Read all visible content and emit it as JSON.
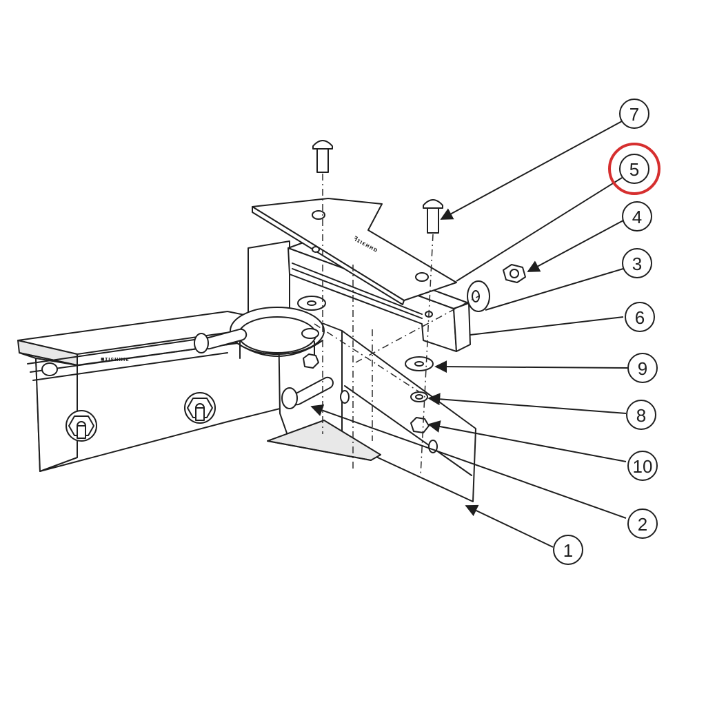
{
  "diagram": {
    "callouts": [
      {
        "id": "7",
        "label": "7"
      },
      {
        "id": "5",
        "label": "5"
      },
      {
        "id": "4",
        "label": "4"
      },
      {
        "id": "3",
        "label": "3"
      },
      {
        "id": "6",
        "label": "6"
      },
      {
        "id": "9",
        "label": "9"
      },
      {
        "id": "8",
        "label": "8"
      },
      {
        "id": "10",
        "label": "10"
      },
      {
        "id": "2",
        "label": "2"
      },
      {
        "id": "1",
        "label": "1"
      }
    ],
    "highlighted_callout": "5",
    "highlight_color": "#d62f2f",
    "line_color": "#1e1e1e"
  }
}
